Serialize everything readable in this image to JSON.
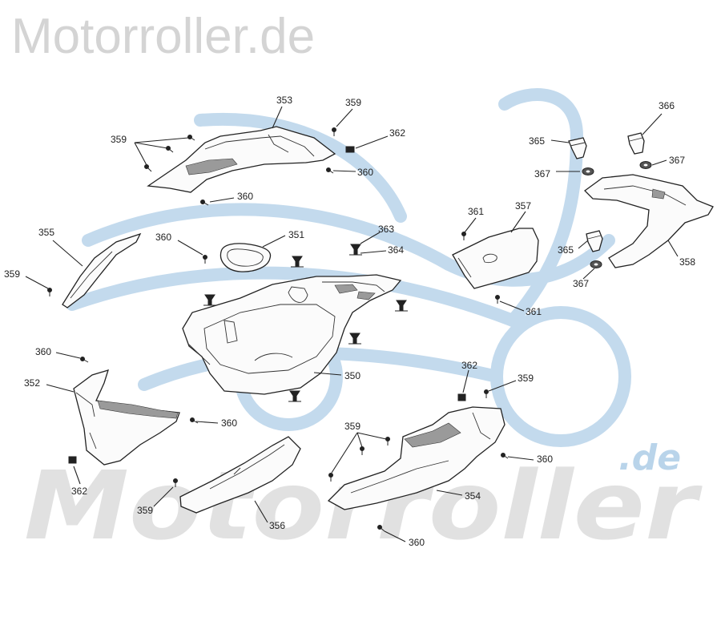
{
  "header": {
    "site_title": "Motorroller.de"
  },
  "watermark": {
    "word": "Motorroller",
    "suffix": ".de",
    "scooter_color": "#b9d4ea",
    "text_color": "#e1e1e1"
  },
  "parts": [
    {
      "label": "353"
    },
    {
      "label": "359"
    },
    {
      "label": "359"
    },
    {
      "label": "362"
    },
    {
      "label": "360"
    },
    {
      "label": "360"
    },
    {
      "label": "355"
    },
    {
      "label": "360"
    },
    {
      "label": "351"
    },
    {
      "label": "363"
    },
    {
      "label": "364"
    },
    {
      "label": "359"
    },
    {
      "label": "360"
    },
    {
      "label": "350"
    },
    {
      "label": "352"
    },
    {
      "label": "360"
    },
    {
      "label": "362"
    },
    {
      "label": "359"
    },
    {
      "label": "356"
    },
    {
      "label": "361"
    },
    {
      "label": "357"
    },
    {
      "label": "361"
    },
    {
      "label": "366"
    },
    {
      "label": "365"
    },
    {
      "label": "367"
    },
    {
      "label": "367"
    },
    {
      "label": "358"
    },
    {
      "label": "365"
    },
    {
      "label": "367"
    },
    {
      "label": "362"
    },
    {
      "label": "359"
    },
    {
      "label": "359"
    },
    {
      "label": "360"
    },
    {
      "label": "354"
    },
    {
      "label": "360"
    }
  ]
}
